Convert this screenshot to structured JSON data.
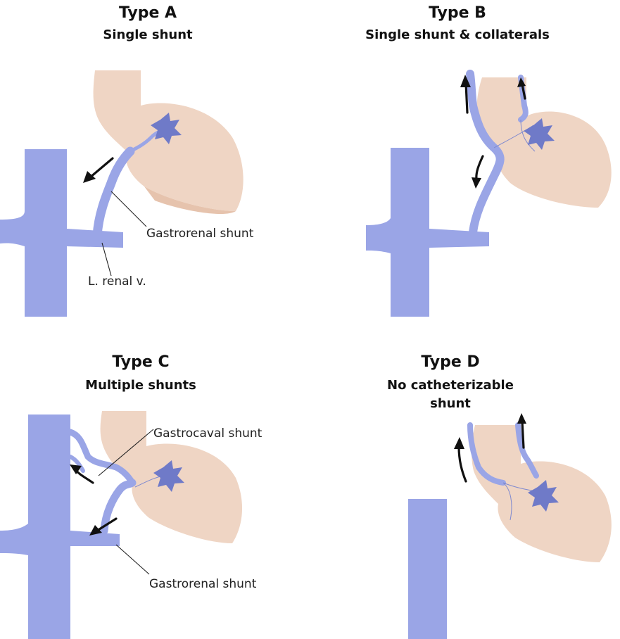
{
  "panels": {
    "a": {
      "title": "Type A",
      "subtitle": "Single shunt",
      "labels": {
        "gastrorenal": "Gastrorenal shunt",
        "renal": "L. renal v."
      }
    },
    "b": {
      "title": "Type B",
      "subtitle": "Single shunt & collaterals"
    },
    "c": {
      "title": "Type C",
      "subtitle": "Multiple shunts",
      "labels": {
        "gastrocaval": "Gastrocaval shunt",
        "gastrorenal": "Gastrorenal shunt"
      }
    },
    "d": {
      "title": "Type D",
      "subtitle_line1": "No catheterizable",
      "subtitle_line2": "shunt"
    }
  },
  "colors": {
    "vein": "#9aa5e6",
    "stomach": "#efd5c4",
    "varix": "#6f7ac8",
    "arrow": "#111111"
  }
}
